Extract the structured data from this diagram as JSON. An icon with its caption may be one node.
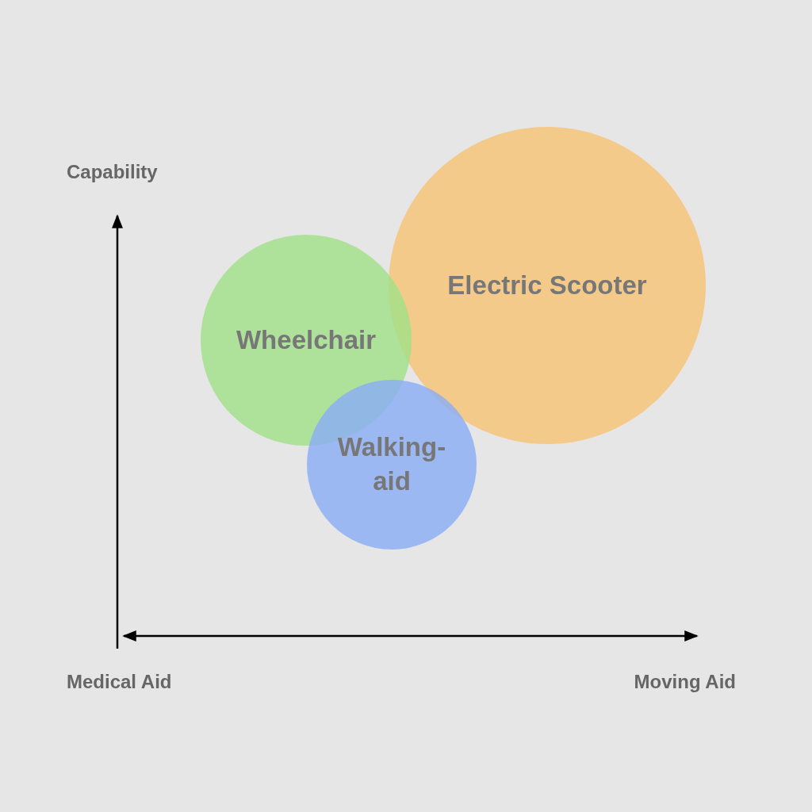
{
  "diagram": {
    "nodes": [
      {
        "text": [
          "Electric Scooter"
        ]
      },
      {
        "text": [
          "Wheelchair"
        ]
      },
      {
        "text": [
          "Walking-aid"
        ]
      }
    ],
    "edges": [],
    "labels": [
      "Capability",
      "Medical Aid",
      "Moving Aid"
    ]
  }
}
